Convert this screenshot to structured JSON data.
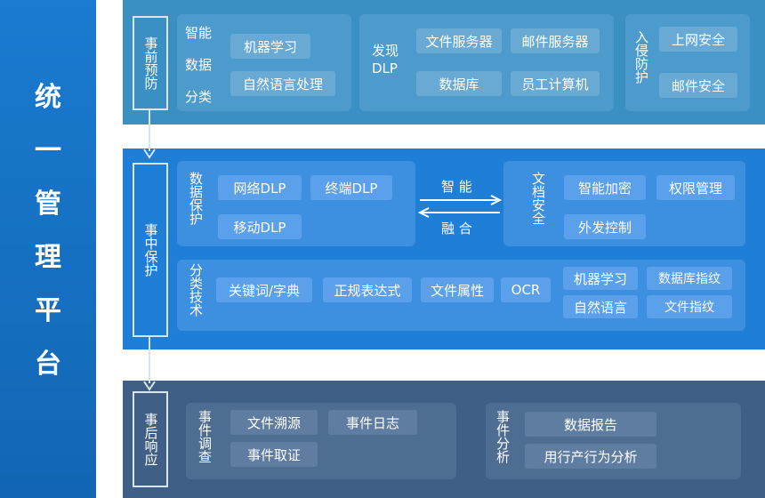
{
  "platform_title": [
    "统",
    "一",
    "管",
    "理",
    "平",
    "台"
  ],
  "stages": {
    "pre": "事前预防",
    "mid": "事中保护",
    "post": "事后响应"
  },
  "pre": {
    "classify": {
      "lines": [
        "智能",
        "数据",
        "分类"
      ],
      "items": [
        "机器学习",
        "自然语言处理"
      ]
    },
    "discover": {
      "label_top": "发现",
      "label_bottom": "DLP",
      "items": [
        "文件服务器",
        "邮件服务器",
        "数据库",
        "员工计算机"
      ]
    },
    "intrusion": {
      "label": "入侵防护",
      "items": [
        "上网安全",
        "邮件安全"
      ]
    }
  },
  "mid": {
    "data_protect": {
      "label": "数据保护",
      "items": [
        "网络DLP",
        "终端DLP",
        "移动DLP"
      ]
    },
    "fusion": {
      "top": "智 能",
      "bottom": "融 合"
    },
    "doc_security": {
      "label": "文档安全",
      "items": [
        "智能加密",
        "权限管理",
        "外发控制"
      ]
    },
    "classify_tech": {
      "label": "分类技术",
      "items": [
        "关键词/字典",
        "正规表达式",
        "文件属性",
        "OCR"
      ],
      "extra": [
        "机器学习",
        "数据库指纹",
        "自然语言",
        "文件指纹"
      ]
    }
  },
  "post": {
    "investigation": {
      "label": "事件调查",
      "items": [
        "文件溯源",
        "事件日志",
        "事件取证"
      ]
    },
    "analysis": {
      "label": "事件分析",
      "items": [
        "数据报告",
        "用行产行为分析"
      ]
    }
  }
}
